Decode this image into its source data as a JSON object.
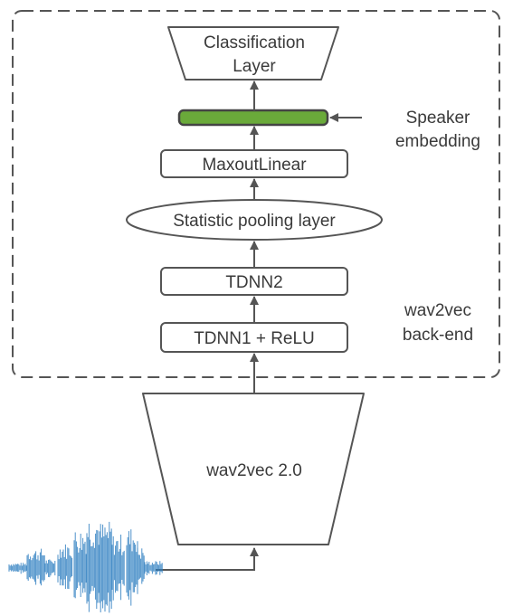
{
  "diagram": {
    "classification_layer": [
      "Classification",
      "Layer"
    ],
    "maxout_linear": "MaxoutLinear",
    "statistic_pooling": "Statistic pooling layer",
    "tdnn2": "TDNN2",
    "tdnn1": "TDNN1 + ReLU",
    "wav2vec_model": "wav2vec 2.0",
    "speaker_embedding": [
      "Speaker",
      "embedding"
    ],
    "backend_label": [
      "wav2vec",
      "back-end"
    ]
  },
  "colors": {
    "stroke": "#555555",
    "text": "#3a3a3a",
    "embedding_fill": "#6aaa3a",
    "waveform": "#2f7fc1"
  }
}
